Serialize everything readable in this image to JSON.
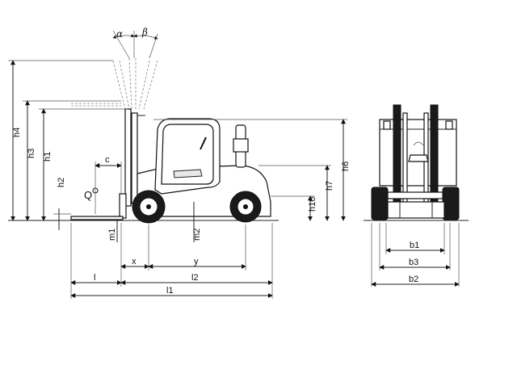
{
  "labels": {
    "alpha": "α",
    "beta": "β",
    "h4": "h4",
    "h3": "h3",
    "h1": "h1",
    "h2": "h2",
    "c": "c",
    "Q": "Q",
    "m1": "m1",
    "m2": "m2",
    "h10": "h10",
    "h7": "h7",
    "h6": "h6",
    "x": "x",
    "y": "y",
    "l": "l",
    "l2": "l2",
    "l1": "l1",
    "b1": "b1",
    "b3": "b3",
    "b2": "b2"
  }
}
